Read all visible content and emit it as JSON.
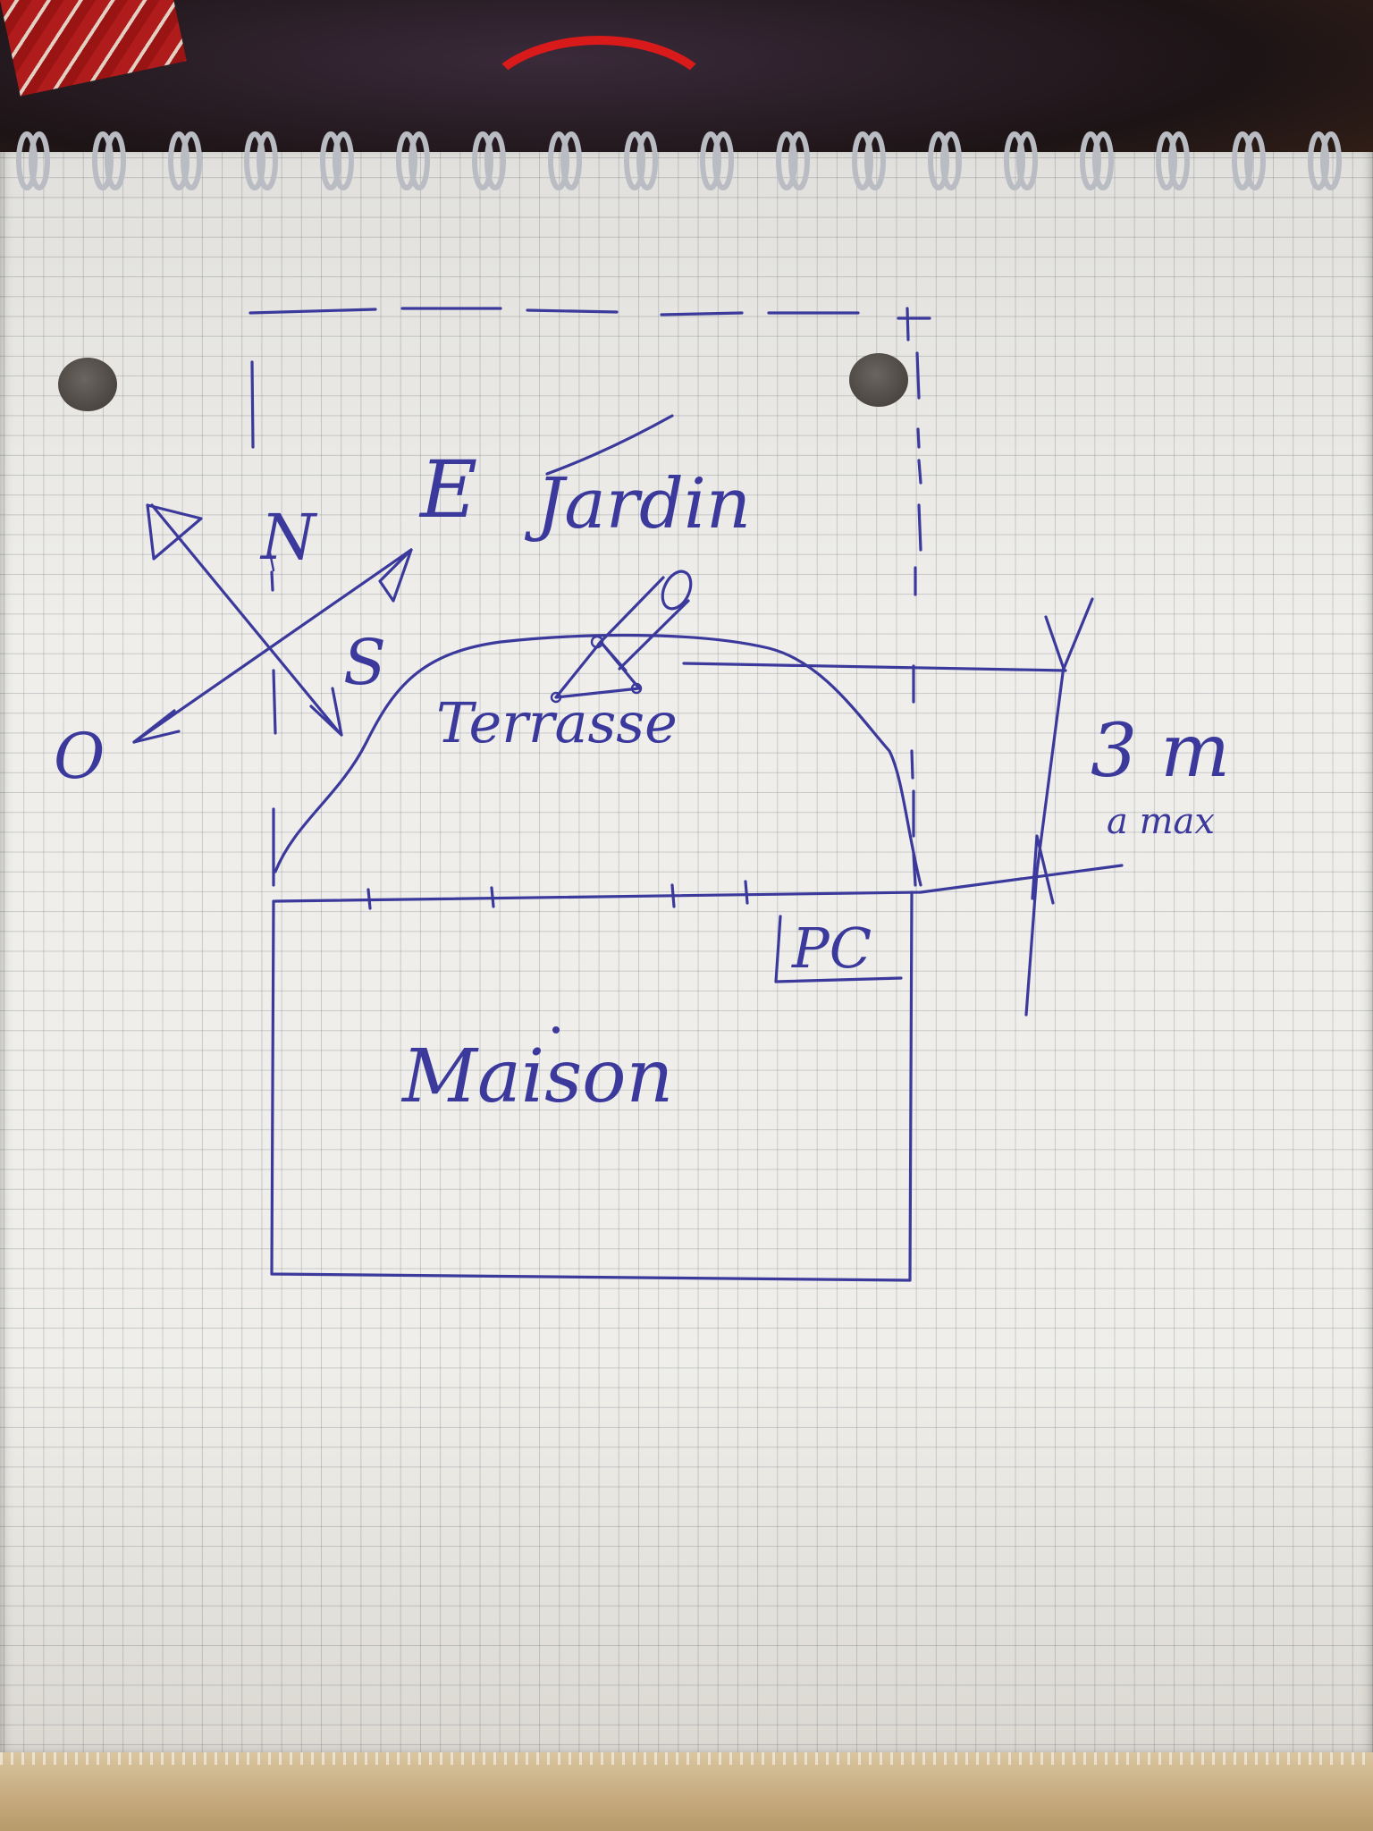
{
  "labels": {
    "north": "N",
    "south": "S",
    "east": "E",
    "west": "O",
    "garden": "Jardin",
    "terrace": "Terrasse",
    "house": "Maison",
    "pc": "PC",
    "distance": "3 m",
    "distance_note": "a max"
  },
  "colors": {
    "ink": "#3b3a9c",
    "paper": "#efeeea"
  }
}
